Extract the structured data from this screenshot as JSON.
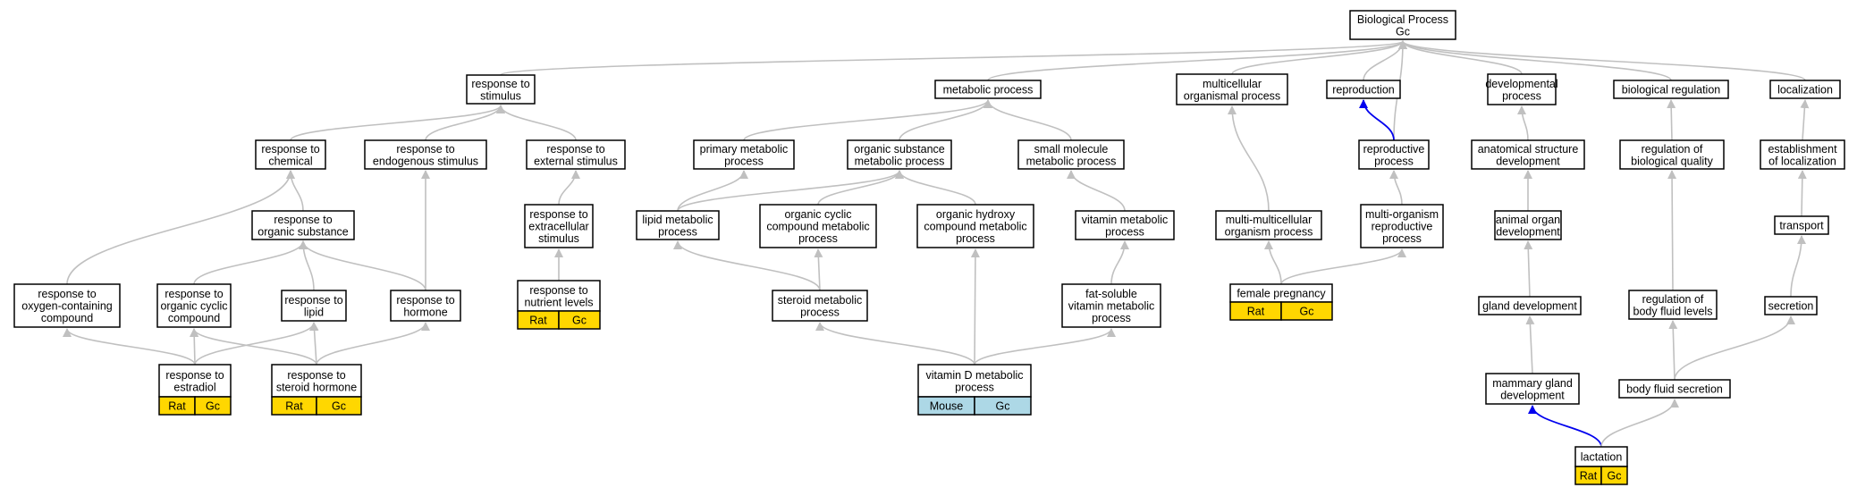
{
  "colors": {
    "edge": "#c0c0c0",
    "edge_highlight": "#0000ee",
    "rat_gc_fill": "#ffd700",
    "mouse_gc_fill": "#add8e6"
  },
  "nodes": [
    {
      "id": "bp",
      "lines": [
        "Biological Process",
        "Gc"
      ]
    },
    {
      "id": "resp_stim",
      "lines": [
        "response to",
        "stimulus"
      ]
    },
    {
      "id": "metab",
      "lines": [
        "metabolic process"
      ]
    },
    {
      "id": "multicell",
      "lines": [
        "multicellular",
        "organismal process"
      ]
    },
    {
      "id": "repro",
      "lines": [
        "reproduction"
      ]
    },
    {
      "id": "dev",
      "lines": [
        "developmental",
        "process"
      ]
    },
    {
      "id": "bioreg",
      "lines": [
        "biological regulation"
      ]
    },
    {
      "id": "local",
      "lines": [
        "localization"
      ]
    },
    {
      "id": "resp_chem",
      "lines": [
        "response to",
        "chemical"
      ]
    },
    {
      "id": "resp_endo",
      "lines": [
        "response to",
        "endogenous stimulus"
      ]
    },
    {
      "id": "resp_ext",
      "lines": [
        "response to",
        "external stimulus"
      ]
    },
    {
      "id": "prim_met",
      "lines": [
        "primary metabolic",
        "process"
      ]
    },
    {
      "id": "org_sub_met",
      "lines": [
        "organic substance",
        "metabolic process"
      ]
    },
    {
      "id": "small_mol",
      "lines": [
        "small molecule",
        "metabolic process"
      ]
    },
    {
      "id": "repro_proc",
      "lines": [
        "reproductive",
        "process"
      ]
    },
    {
      "id": "anat_dev",
      "lines": [
        "anatomical structure",
        "development"
      ]
    },
    {
      "id": "reg_bioqual",
      "lines": [
        "regulation of",
        "biological quality"
      ]
    },
    {
      "id": "estab_local",
      "lines": [
        "establishment",
        "of localization"
      ]
    },
    {
      "id": "resp_orgsub",
      "lines": [
        "response to",
        "organic substance"
      ]
    },
    {
      "id": "resp_extracell",
      "lines": [
        "response to",
        "extracellular",
        "stimulus"
      ]
    },
    {
      "id": "lipid_met",
      "lines": [
        "lipid metabolic",
        "process"
      ]
    },
    {
      "id": "org_cyc_met",
      "lines": [
        "organic cyclic",
        "compound metabolic",
        "process"
      ]
    },
    {
      "id": "org_hyd_met",
      "lines": [
        "organic hydroxy",
        "compound metabolic",
        "process"
      ]
    },
    {
      "id": "vit_met",
      "lines": [
        "vitamin metabolic",
        "process"
      ]
    },
    {
      "id": "multi_multi",
      "lines": [
        "multi-multicellular",
        "organism process"
      ]
    },
    {
      "id": "multi_org_repro",
      "lines": [
        "multi-organism",
        "reproductive",
        "process"
      ]
    },
    {
      "id": "animal_organ",
      "lines": [
        "animal organ",
        "development"
      ]
    },
    {
      "id": "transport",
      "lines": [
        "transport"
      ]
    },
    {
      "id": "resp_oxy",
      "lines": [
        "response to",
        "oxygen-containing",
        "compound"
      ]
    },
    {
      "id": "resp_orgcyc",
      "lines": [
        "response to",
        "organic cyclic",
        "compound"
      ]
    },
    {
      "id": "resp_lipid",
      "lines": [
        "response to",
        "lipid"
      ]
    },
    {
      "id": "resp_hormone",
      "lines": [
        "response to",
        "hormone"
      ]
    },
    {
      "id": "resp_nutr",
      "lines": [
        "response to",
        "nutrient levels"
      ],
      "tags": [
        "Rat",
        "Gc"
      ],
      "tag_color": "#ffd700"
    },
    {
      "id": "steroid_met",
      "lines": [
        "steroid metabolic",
        "process"
      ]
    },
    {
      "id": "fat_sol_vit",
      "lines": [
        "fat-soluble",
        "vitamin metabolic",
        "process"
      ]
    },
    {
      "id": "female_preg",
      "lines": [
        "female pregnancy"
      ],
      "tags": [
        "Rat",
        "Gc"
      ],
      "tag_color": "#ffd700"
    },
    {
      "id": "gland_dev",
      "lines": [
        "gland development"
      ]
    },
    {
      "id": "reg_bodyfluid",
      "lines": [
        "regulation of",
        "body fluid levels"
      ]
    },
    {
      "id": "secretion",
      "lines": [
        "secretion"
      ]
    },
    {
      "id": "resp_estradiol",
      "lines": [
        "response to",
        "estradiol"
      ],
      "tags": [
        "Rat",
        "Gc"
      ],
      "tag_color": "#ffd700"
    },
    {
      "id": "resp_steroid_horm",
      "lines": [
        "response to",
        "steroid hormone"
      ],
      "tags": [
        "Rat",
        "Gc"
      ],
      "tag_color": "#ffd700"
    },
    {
      "id": "vitd_met",
      "lines": [
        "vitamin D metabolic",
        "process"
      ],
      "tags": [
        "Mouse",
        "Gc"
      ],
      "tag_color": "#add8e6"
    },
    {
      "id": "mammary",
      "lines": [
        "mammary gland",
        "development"
      ]
    },
    {
      "id": "body_fluid_sec",
      "lines": [
        "body fluid secretion"
      ]
    },
    {
      "id": "lactation",
      "lines": [
        "lactation"
      ],
      "tags": [
        "Rat",
        "Gc"
      ],
      "tag_color": "#ffd700"
    }
  ],
  "edges": [
    {
      "from": "resp_stim",
      "to": "bp"
    },
    {
      "from": "metab",
      "to": "bp"
    },
    {
      "from": "multicell",
      "to": "bp"
    },
    {
      "from": "repro",
      "to": "bp"
    },
    {
      "from": "repro_proc",
      "to": "bp"
    },
    {
      "from": "dev",
      "to": "bp"
    },
    {
      "from": "bioreg",
      "to": "bp"
    },
    {
      "from": "local",
      "to": "bp"
    },
    {
      "from": "resp_chem",
      "to": "resp_stim"
    },
    {
      "from": "resp_endo",
      "to": "resp_stim"
    },
    {
      "from": "resp_ext",
      "to": "resp_stim"
    },
    {
      "from": "prim_met",
      "to": "metab"
    },
    {
      "from": "org_sub_met",
      "to": "metab"
    },
    {
      "from": "small_mol",
      "to": "metab"
    },
    {
      "from": "repro_proc",
      "to": "repro",
      "highlight": true
    },
    {
      "from": "anat_dev",
      "to": "dev"
    },
    {
      "from": "reg_bioqual",
      "to": "bioreg"
    },
    {
      "from": "estab_local",
      "to": "local"
    },
    {
      "from": "resp_orgsub",
      "to": "resp_chem"
    },
    {
      "from": "resp_oxy",
      "to": "resp_chem"
    },
    {
      "from": "resp_hormone",
      "to": "resp_endo"
    },
    {
      "from": "resp_extracell",
      "to": "resp_ext"
    },
    {
      "from": "lipid_met",
      "to": "prim_met"
    },
    {
      "from": "lipid_met",
      "to": "org_sub_met"
    },
    {
      "from": "org_cyc_met",
      "to": "org_sub_met"
    },
    {
      "from": "org_hyd_met",
      "to": "org_sub_met"
    },
    {
      "from": "vit_met",
      "to": "small_mol"
    },
    {
      "from": "multi_multi",
      "to": "multicell"
    },
    {
      "from": "multi_org_repro",
      "to": "repro_proc"
    },
    {
      "from": "animal_organ",
      "to": "anat_dev"
    },
    {
      "from": "reg_bodyfluid",
      "to": "reg_bioqual"
    },
    {
      "from": "transport",
      "to": "estab_local"
    },
    {
      "from": "resp_orgcyc",
      "to": "resp_orgsub"
    },
    {
      "from": "resp_lipid",
      "to": "resp_orgsub"
    },
    {
      "from": "resp_hormone",
      "to": "resp_orgsub"
    },
    {
      "from": "resp_nutr",
      "to": "resp_extracell"
    },
    {
      "from": "steroid_met",
      "to": "lipid_met"
    },
    {
      "from": "steroid_met",
      "to": "org_cyc_met"
    },
    {
      "from": "fat_sol_vit",
      "to": "vit_met"
    },
    {
      "from": "female_preg",
      "to": "multi_multi"
    },
    {
      "from": "female_preg",
      "to": "multi_org_repro"
    },
    {
      "from": "gland_dev",
      "to": "animal_organ"
    },
    {
      "from": "secretion",
      "to": "transport"
    },
    {
      "from": "resp_estradiol",
      "to": "resp_oxy"
    },
    {
      "from": "resp_estradiol",
      "to": "resp_orgcyc"
    },
    {
      "from": "resp_estradiol",
      "to": "resp_lipid"
    },
    {
      "from": "resp_steroid_horm",
      "to": "resp_orgcyc"
    },
    {
      "from": "resp_steroid_horm",
      "to": "resp_lipid"
    },
    {
      "from": "resp_steroid_horm",
      "to": "resp_hormone"
    },
    {
      "from": "vitd_met",
      "to": "steroid_met"
    },
    {
      "from": "vitd_met",
      "to": "org_hyd_met"
    },
    {
      "from": "vitd_met",
      "to": "fat_sol_vit"
    },
    {
      "from": "mammary",
      "to": "gland_dev"
    },
    {
      "from": "body_fluid_sec",
      "to": "reg_bodyfluid"
    },
    {
      "from": "body_fluid_sec",
      "to": "secretion"
    },
    {
      "from": "lactation",
      "to": "mammary",
      "highlight": true
    },
    {
      "from": "lactation",
      "to": "body_fluid_sec"
    }
  ]
}
